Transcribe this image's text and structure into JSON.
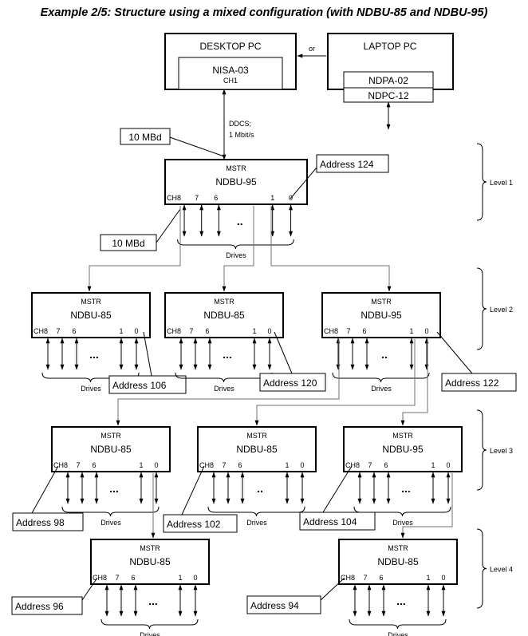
{
  "title": "Example 2/5: Structure using a mixed configuration (with NDBU-85 and NDBU-95)",
  "desktop": {
    "name": "DESKTOP PC",
    "card": "NISA-03",
    "channel": "CH1"
  },
  "laptop": {
    "name": "LAPTOP PC",
    "card_a": "NDPA-02",
    "card_b": "NDPC-12"
  },
  "or_label": "or",
  "link": {
    "line1": "DDCS;",
    "line2": "1 Mbit/s"
  },
  "speed_labels": [
    "10 MBd",
    "10 MBd"
  ],
  "levels": [
    "Level 1",
    "Level 2",
    "Level 3",
    "Level 4"
  ],
  "channels": {
    "ch8": "CH8",
    "ch7": "7",
    "ch6": "6",
    "ch1": "1",
    "ch0": "0"
  },
  "mstr": "MSTR",
  "drives_label": "Drives",
  "units": [
    {
      "id": "u1",
      "model": "NDBU-95",
      "address": "Address 124"
    },
    {
      "id": "u2a",
      "model": "NDBU-85",
      "address": "Address 106"
    },
    {
      "id": "u2b",
      "model": "NDBU-85",
      "address": "Address 120"
    },
    {
      "id": "u2c",
      "model": "NDBU-95",
      "address": "Address 122"
    },
    {
      "id": "u3a",
      "model": "NDBU-85",
      "address": "Address 98"
    },
    {
      "id": "u3b",
      "model": "NDBU-85",
      "address": "Address 102"
    },
    {
      "id": "u3c",
      "model": "NDBU-95",
      "address": "Address 104"
    },
    {
      "id": "u4a",
      "model": "NDBU-85",
      "address": "Address 96"
    },
    {
      "id": "u4b",
      "model": "NDBU-85",
      "address": "Address 94"
    }
  ]
}
